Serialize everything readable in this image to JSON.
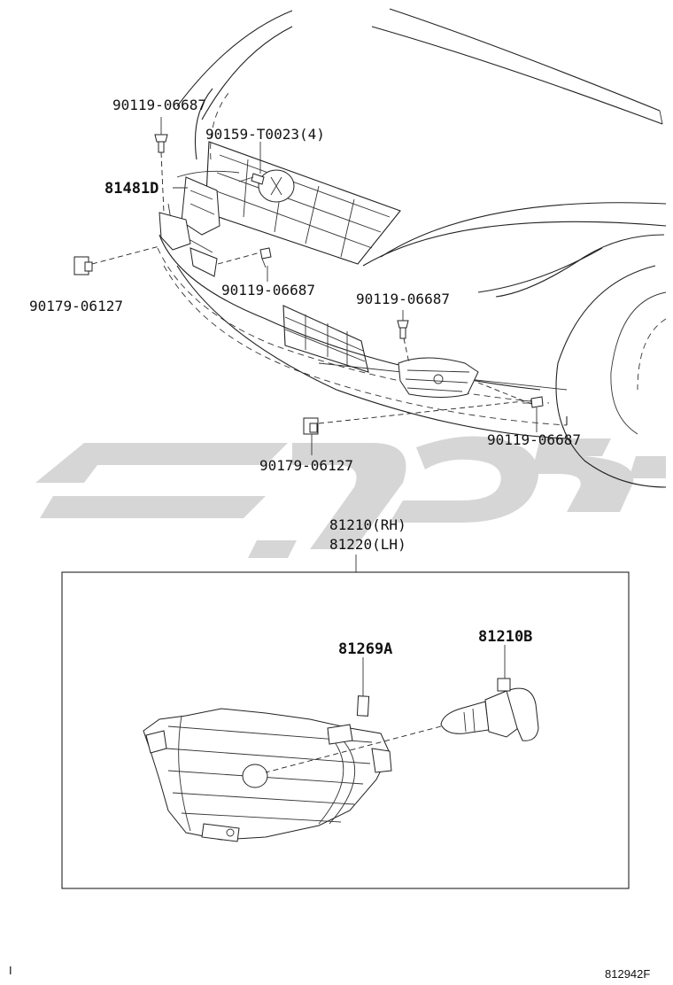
{
  "callouts": {
    "bolt_top_left": "90119-06687",
    "screw_4": "90159-T0023(4)",
    "bracket": "81481D",
    "clip_left": "90179-06127",
    "bolt_mid": "90119-06687",
    "bolt_right_upper": "90119-06687",
    "bolt_right_lower": "90119-06687",
    "clip_lower": "90179-06127",
    "assembly_rh": "81210(RH)",
    "assembly_lh": "81220(LH)",
    "seal": "81269A",
    "bulb": "81210B"
  },
  "footer": {
    "left_mark": "I",
    "figure_code": "812942F"
  },
  "colors": {
    "line": "#222222",
    "watermark": "#d6d6d6"
  }
}
